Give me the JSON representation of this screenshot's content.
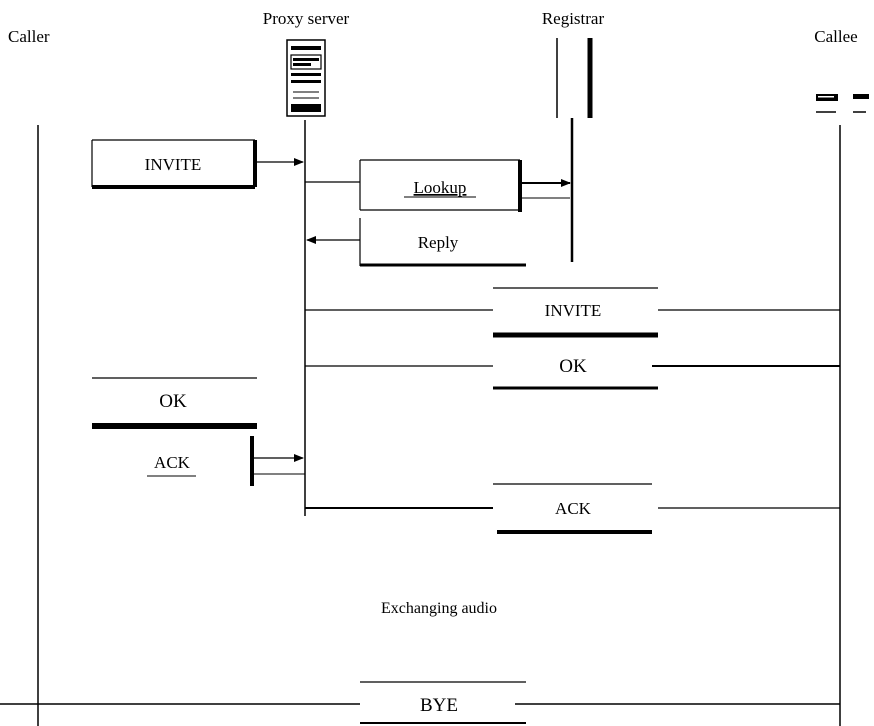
{
  "participants": {
    "caller": "Caller",
    "proxy": "Proxy server",
    "registrar": "Registrar",
    "callee": "Callee"
  },
  "messages": {
    "invite_caller": "INVITE",
    "lookup": "Lookup",
    "reply": "Reply",
    "invite_callee": "INVITE",
    "ok_callee": "OK",
    "ok_caller": "OK",
    "ack_caller": "ACK",
    "ack_callee": "ACK",
    "bye": "BYE"
  },
  "annotations": {
    "exchanging_audio": "Exchanging audio"
  }
}
